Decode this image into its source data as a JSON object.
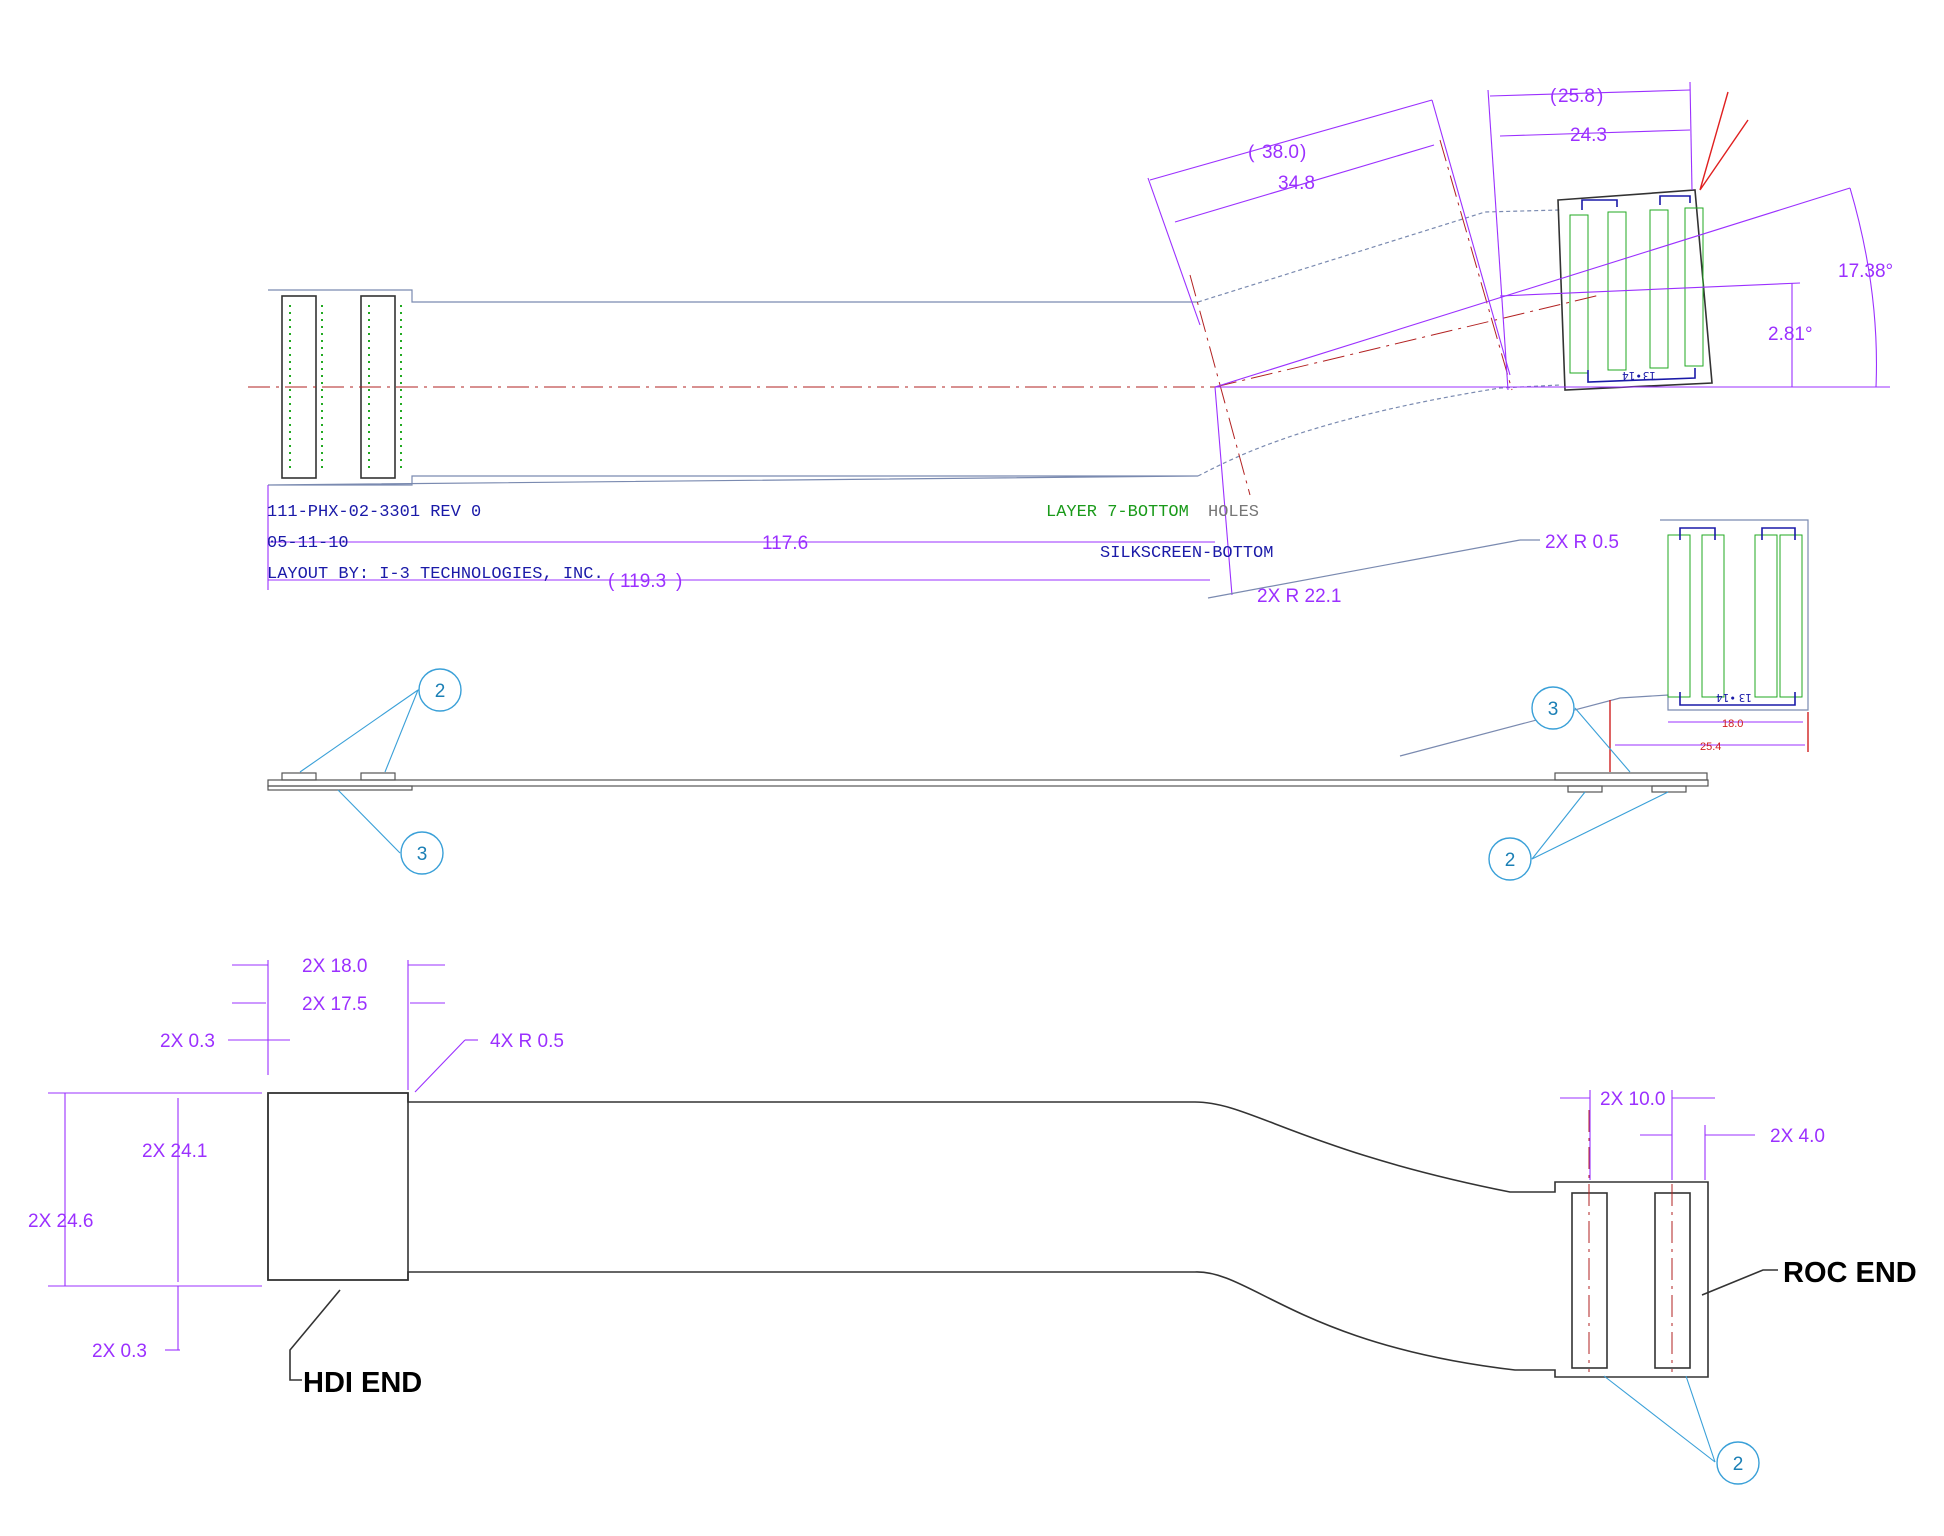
{
  "title_block": {
    "part_number": "111-PHX-02-3301 REV 0",
    "date": "05-11-10",
    "layout_by": "LAYOUT BY: I-3 TECHNOLOGIES, INC."
  },
  "layer_labels": {
    "layer7": "LAYER 7-BOTTOM",
    "holes": "HOLES",
    "silkscreen": "SILKSCREEN-BOTTOM"
  },
  "top_view_dims": {
    "d_38_0": "38.0",
    "d_34_8": "34.8",
    "d_25_8": "25.8",
    "d_24_3": "24.3",
    "angle_17_38": "17.38°",
    "angle_2_81": "2.81°",
    "d_117_6": "117.6",
    "d_119_3": "119.3",
    "r_0_5": "2X R 0.5",
    "r_22_1": "2X R 22.1",
    "detail_18_0": "18.0",
    "detail_25_4": "25.4"
  },
  "pin_labels": {
    "top_left": "•14",
    "top_right": "13",
    "detail_left": "•14",
    "detail_right": "13"
  },
  "side_view_balloons": {
    "left_top": "2",
    "left_bottom": "3",
    "right_top": "3",
    "right_bottom": "2"
  },
  "bottom_view_dims": {
    "w_18_0": "2X 18.0",
    "w_17_5": "2X 17.5",
    "w_0_3_top": "2X 0.3",
    "r_0_5": "4X R 0.5",
    "h_24_1": "2X 24.1",
    "h_24_6": "2X 24.6",
    "h_0_3_bottom": "2X 0.3",
    "w_10_0": "2X 10.0",
    "w_4_0": "2X 4.0"
  },
  "end_labels": {
    "hdi": "HDI END",
    "roc": "ROC END",
    "balloon": "2"
  },
  "colors": {
    "dimension": "#9b30ff",
    "centerline": "#b22222",
    "leader": "#3aa0d8",
    "pads": "#22aa22",
    "title_text": "#1a1aa8"
  }
}
